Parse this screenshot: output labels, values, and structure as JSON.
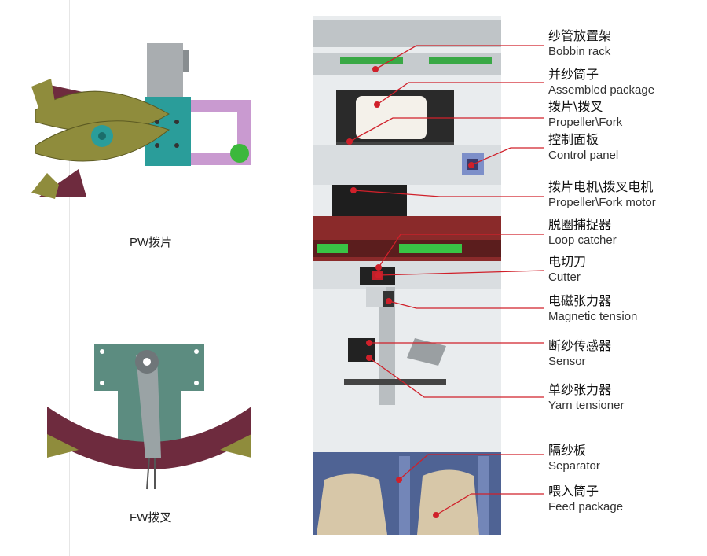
{
  "left": {
    "pw_caption": "PW拨片",
    "fw_caption": "FW拨叉"
  },
  "labels": [
    {
      "zh": "纱管放置架",
      "en": "Bobbin rack"
    },
    {
      "zh": "并纱筒子",
      "en": "Assembled package"
    },
    {
      "zh": "拨片\\拨叉",
      "en": "Propeller\\Fork"
    },
    {
      "zh": "控制面板",
      "en": "Control panel"
    },
    {
      "zh": "拨片电机\\拨叉电机",
      "en": "Propeller\\Fork motor"
    },
    {
      "zh": "脱圈捕捉器",
      "en": "Loop catcher"
    },
    {
      "zh": "电切刀",
      "en": "Cutter"
    },
    {
      "zh": "电磁张力器",
      "en": "Magnetic tension"
    },
    {
      "zh": "断纱传感器",
      "en": "Sensor"
    },
    {
      "zh": "单纱张力器",
      "en": "Yarn tensioner"
    },
    {
      "zh": "隔纱板",
      "en": "Separator"
    },
    {
      "zh": "喂入筒子",
      "en": "Feed package"
    }
  ],
  "colors": {
    "leader": "#d0202a",
    "frame": "#d9dde0",
    "olive": "#8f8c3c",
    "teal": "#2a9d9a",
    "maroon": "#6e2b3e",
    "pink": "#c99ad0",
    "green": "#3cb83c",
    "beige": "#d7c7a8"
  }
}
